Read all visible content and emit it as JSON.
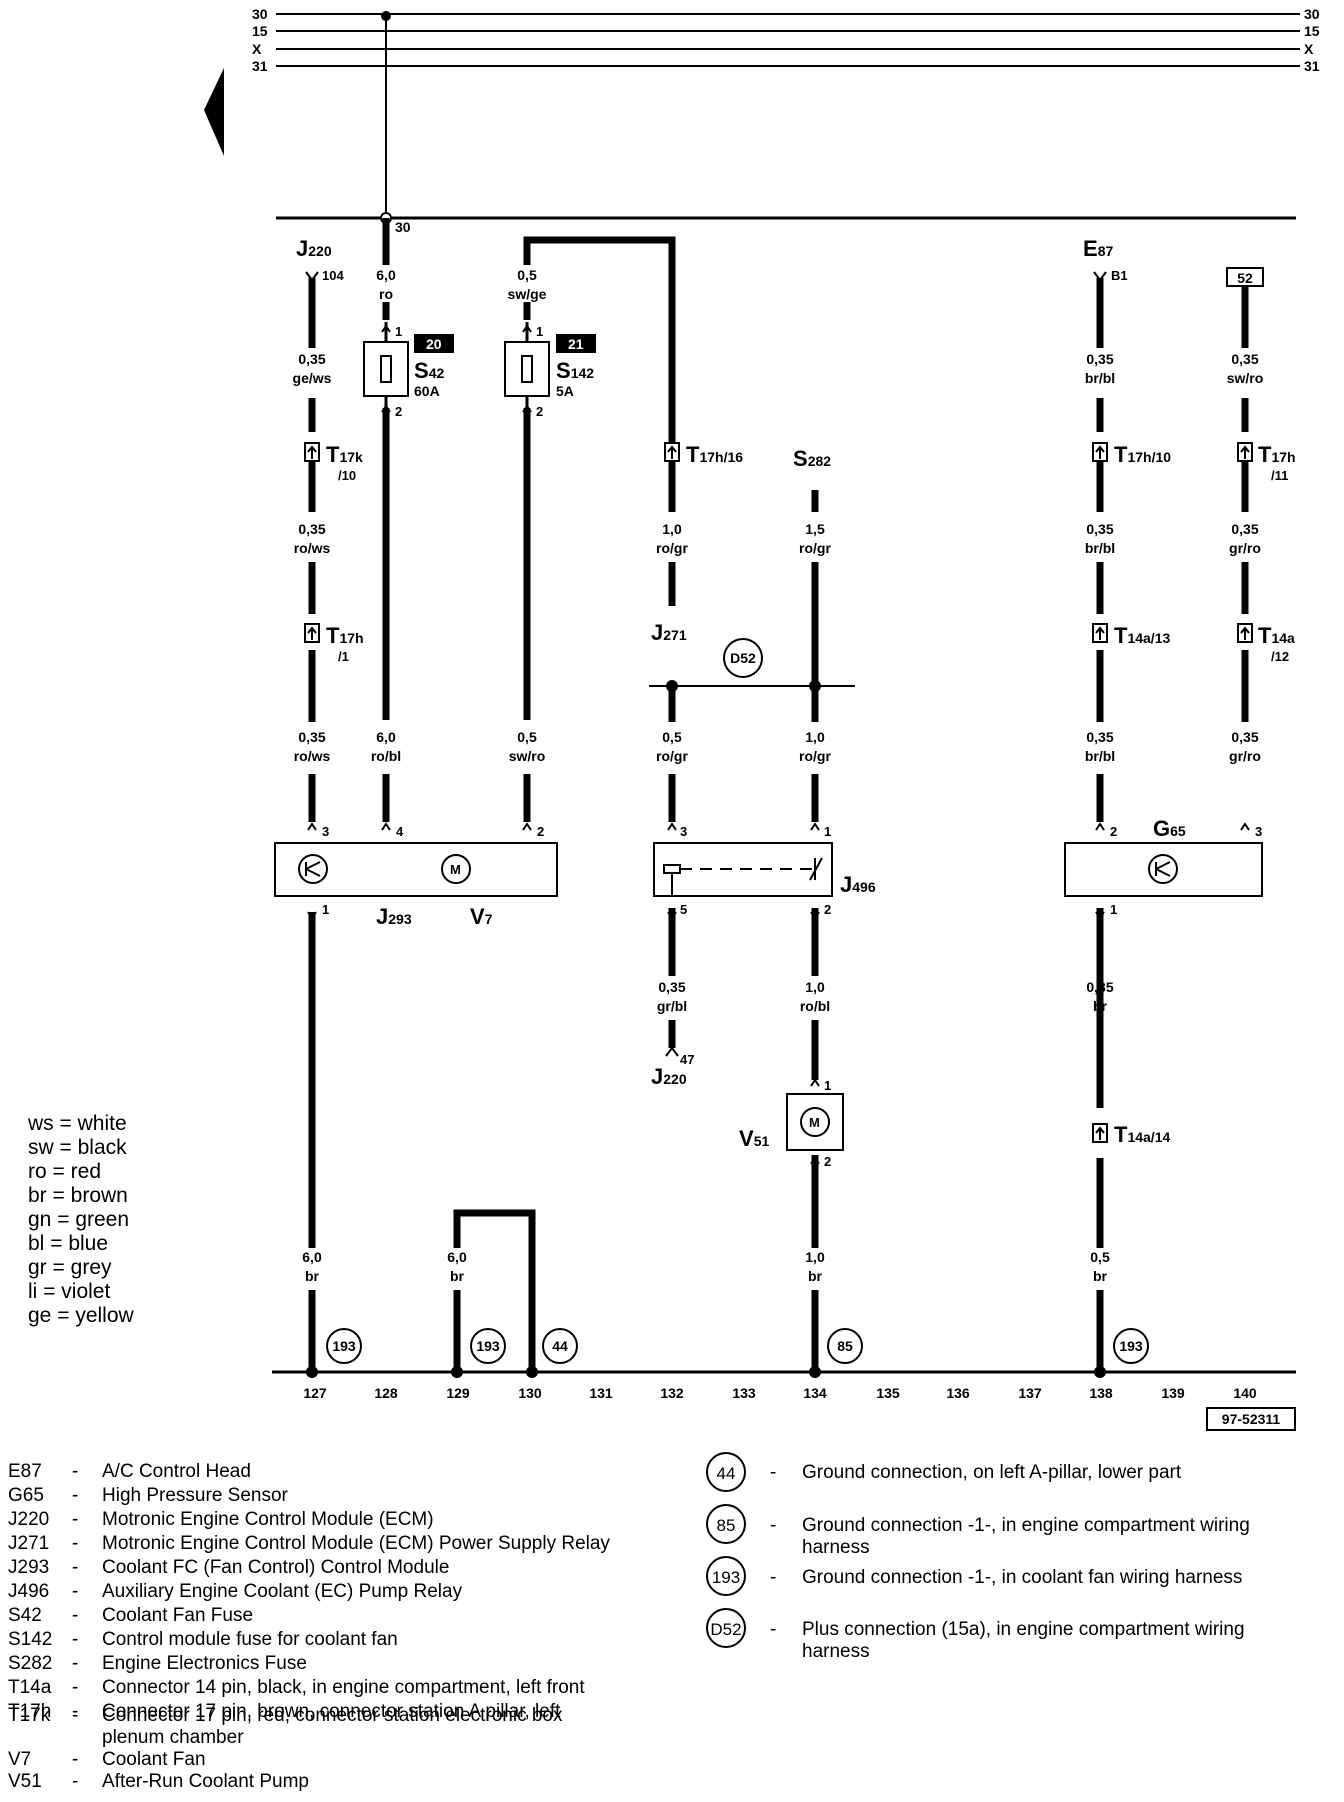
{
  "bus_labels": [
    "30",
    "15",
    "X",
    "31"
  ],
  "top_node_label": "30",
  "diagram_number": "97-52311",
  "track_numbers": [
    "127",
    "128",
    "129",
    "130",
    "131",
    "132",
    "133",
    "134",
    "135",
    "136",
    "137",
    "138",
    "139",
    "140"
  ],
  "components": {
    "j220_top": {
      "name": "J",
      "sub": "220",
      "pin": "104"
    },
    "j220_bottom": {
      "name": "J",
      "sub": "220",
      "pin": "47"
    },
    "s42": {
      "name": "S",
      "sub": "42",
      "rating": "60A",
      "tag": "20"
    },
    "s142": {
      "name": "S",
      "sub": "142",
      "rating": "5A",
      "tag": "21"
    },
    "s282": {
      "name": "S",
      "sub": "282"
    },
    "j271": {
      "name": "J",
      "sub": "271"
    },
    "d52": "D52",
    "j293": {
      "name": "J",
      "sub": "293"
    },
    "v7": {
      "name": "V",
      "sub": "7"
    },
    "j496": {
      "name": "J",
      "sub": "496"
    },
    "v51": {
      "name": "V",
      "sub": "51"
    },
    "g65": {
      "name": "G",
      "sub": "65"
    },
    "e87": {
      "name": "E",
      "sub": "87",
      "pin": "B1"
    },
    "ref52": "52"
  },
  "connectors": {
    "t17k_10": {
      "name": "T",
      "sub": "17k",
      "pin": "/10"
    },
    "t17h_1": {
      "name": "T",
      "sub": "17h",
      "pin": "/1"
    },
    "t17h_16": {
      "name": "T",
      "sub": "17h/16"
    },
    "t17h_10": {
      "name": "T",
      "sub": "17h/10"
    },
    "t17h_11": {
      "name": "T",
      "sub": "17h",
      "pin": "/11"
    },
    "t14a_13": {
      "name": "T",
      "sub": "14a/13"
    },
    "t14a_12": {
      "name": "T",
      "sub": "14a",
      "pin": "/12"
    },
    "t14a_14": {
      "name": "T",
      "sub": "14a/14"
    }
  },
  "wires": {
    "w127_a": [
      "0,35",
      "ge/ws"
    ],
    "w127_b": [
      "0,35",
      "ro/ws"
    ],
    "w127_c": [
      "0,35",
      "ro/ws"
    ],
    "w127_d": [
      "6,0",
      "br"
    ],
    "w128_a": [
      "6,0",
      "ro"
    ],
    "w128_b": [
      "6,0",
      "ro/bl"
    ],
    "w129": [
      "6,0",
      "br"
    ],
    "w130_a": [
      "0,5",
      "sw/ge"
    ],
    "w130_b": [
      "0,5",
      "sw/ro"
    ],
    "w132_a": [
      "1,0",
      "ro/gr"
    ],
    "w132_b": [
      "0,5",
      "ro/gr"
    ],
    "w132_c": [
      "0,35",
      "gr/bl"
    ],
    "w134_a": [
      "1,5",
      "ro/gr"
    ],
    "w134_b": [
      "1,0",
      "ro/gr"
    ],
    "w134_c": [
      "1,0",
      "ro/bl"
    ],
    "w134_d": [
      "1,0",
      "br"
    ],
    "w138_a": [
      "0,35",
      "br/bl"
    ],
    "w138_b": [
      "0,35",
      "br/bl"
    ],
    "w138_c": [
      "0,35",
      "br/bl"
    ],
    "w138_d": [
      "0,35",
      "br"
    ],
    "w138_e": [
      "0,5",
      "br"
    ],
    "w140_a": [
      "0,35",
      "sw/ro"
    ],
    "w140_b": [
      "0,35",
      "gr/ro"
    ],
    "w140_c": [
      "0,35",
      "gr/ro"
    ]
  },
  "pins": {
    "s42_in": "1",
    "s42_out": "2",
    "s142_in": "1",
    "s142_out": "2",
    "j293_3": "3",
    "j293_4": "4",
    "j293_2": "2",
    "j293_1": "1",
    "j496_3": "3",
    "j496_1": "1",
    "j496_5": "5",
    "j496_2": "2",
    "v51_1": "1",
    "v51_2": "2",
    "g65_2": "2",
    "g65_3": "3",
    "g65_1": "1"
  },
  "motor_symbol": "M",
  "ground_points": {
    "g127": "193",
    "g129": "193",
    "g130": "44",
    "g134": "85",
    "g138": "193"
  },
  "color_legend": [
    {
      "code": "ws",
      "name": "white"
    },
    {
      "code": "sw",
      "name": "black"
    },
    {
      "code": "ro",
      "name": "red"
    },
    {
      "code": "br",
      "name": "brown"
    },
    {
      "code": "gn",
      "name": "green"
    },
    {
      "code": "bl",
      "name": "blue"
    },
    {
      "code": "gr",
      "name": "grey"
    },
    {
      "code": "li",
      "name": "violet"
    },
    {
      "code": "ge",
      "name": "yellow"
    }
  ],
  "component_legend": [
    {
      "code": "E87",
      "desc": "A/C Control Head"
    },
    {
      "code": "G65",
      "desc": "High Pressure Sensor"
    },
    {
      "code": "J220",
      "desc": "Motronic Engine Control Module (ECM)"
    },
    {
      "code": "J271",
      "desc": "Motronic Engine Control Module (ECM) Power Supply Relay"
    },
    {
      "code": "J293",
      "desc": "Coolant FC (Fan Control) Control Module"
    },
    {
      "code": "J496",
      "desc": "Auxiliary Engine Coolant (EC) Pump Relay"
    },
    {
      "code": "S42",
      "desc": "Coolant Fan Fuse"
    },
    {
      "code": "S142",
      "desc": "Control module fuse for coolant fan"
    },
    {
      "code": "S282",
      "desc": "Engine Electronics Fuse"
    },
    {
      "code": "T14a",
      "desc": "Connector 14 pin, black, in engine compartment, left front"
    },
    {
      "code": "T17h",
      "desc": "Connector 17 pin, brown, connector station A pillar, left"
    },
    {
      "code": "T17k",
      "desc": "Connector 17 pin, red, connector station electronic box",
      "desc2": "plenum chamber"
    },
    {
      "code": "V7",
      "desc": "Coolant Fan"
    },
    {
      "code": "V51",
      "desc": "After-Run Coolant Pump"
    }
  ],
  "ground_legend": [
    {
      "code": "44",
      "desc": "Ground connection, on left A-pillar, lower part"
    },
    {
      "code": "85",
      "desc": "Ground connection -1-, in engine compartment wiring",
      "desc2": "harness"
    },
    {
      "code": "193",
      "desc": "Ground connection -1-, in coolant fan wiring harness"
    },
    {
      "code": "D52",
      "desc": "Plus connection (15a), in engine compartment wiring",
      "desc2": "harness"
    }
  ],
  "dash": "-",
  "equals": "="
}
